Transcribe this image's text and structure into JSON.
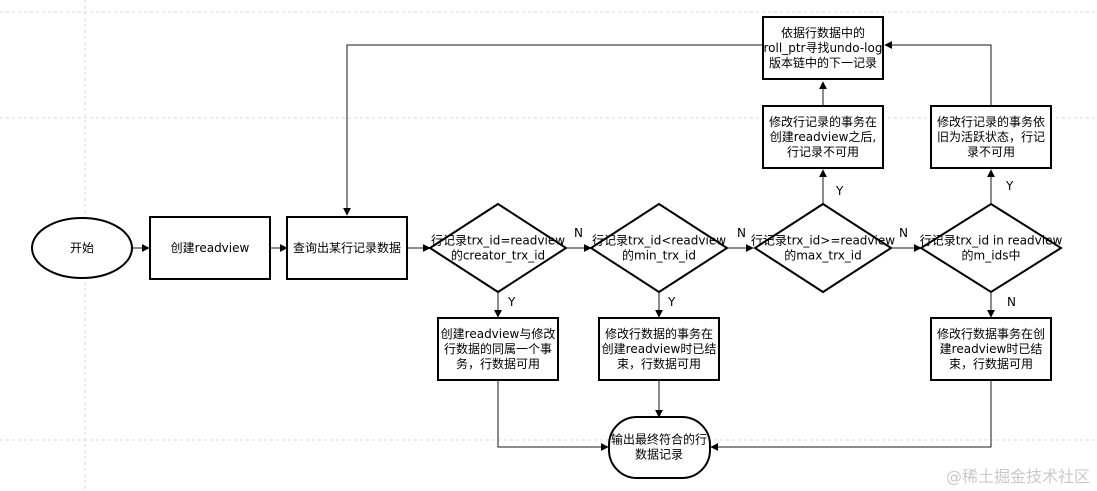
{
  "nodes": {
    "start": "开始",
    "create_readview": "创建readview",
    "query_row": "查询出某行记录数据",
    "d1": [
      "行记录trx_id=readview",
      "的creator_trx_id"
    ],
    "d2": [
      "行记录trx_id<readview",
      "的min_trx_id"
    ],
    "d3": [
      "行记录trx_id>=readview",
      "的max_trx_id"
    ],
    "d4": [
      "行记录trx_id in readview",
      "的m_ids中"
    ],
    "r1": [
      "创建readview与修改",
      "行数据的同属一个事",
      "务，行数据可用"
    ],
    "r2": [
      "修改行数据的事务在",
      "创建readview时已结",
      "束，行数据可用"
    ],
    "r4": [
      "修改行数据事务在创",
      "建readview时已结",
      "束，行数据可用"
    ],
    "u3": [
      "修改行记录的事务在",
      "创建readview之后,",
      "行记录不可用"
    ],
    "u4": [
      "修改行记录的事务依",
      "旧为活跃状态，行记",
      "录不可用"
    ],
    "undo": [
      "依据行数据中的",
      "roll_ptr寻找undo-log",
      "版本链中的下一记录"
    ],
    "output": [
      "输出最终符合的行",
      "数据记录"
    ]
  },
  "edge_labels": {
    "yes": "Y",
    "no": "N"
  },
  "watermark": "@稀土掘金技术社区"
}
